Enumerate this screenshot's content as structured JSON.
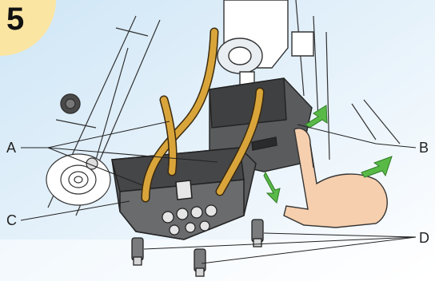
{
  "step": {
    "number": "5"
  },
  "callouts": {
    "a": "A",
    "b": "B",
    "c": "C",
    "d": "D"
  },
  "colors": {
    "background": "#e6f2fb",
    "badge": "#fbe5a2",
    "tube": "#d9a53a",
    "module": "#4e4f51",
    "arrow": "#58b947",
    "skin": "#f6cfae"
  },
  "icons": [
    "green-arrow-icon",
    "hand-pointer-icon"
  ]
}
